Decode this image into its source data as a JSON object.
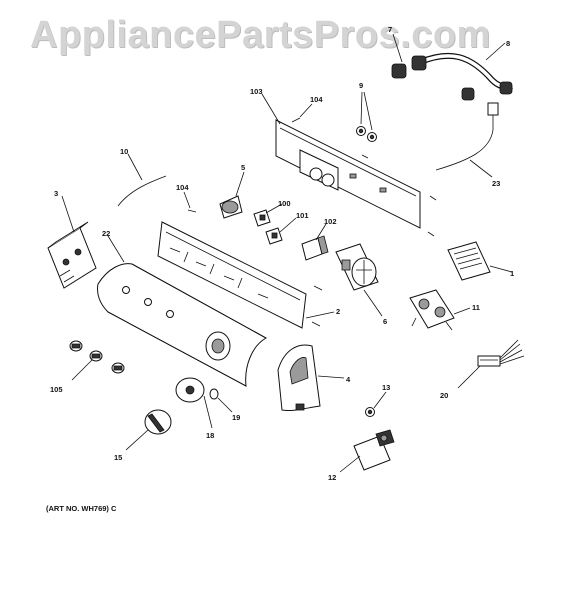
{
  "watermark": "AppliancePartsPros.com",
  "art_note": "(ART NO. WH769) C",
  "callouts": [
    "1",
    "2",
    "3",
    "4",
    "5",
    "6",
    "7",
    "8",
    "9",
    "10",
    "11",
    "12",
    "13",
    "15",
    "18",
    "19",
    "20",
    "22",
    "23",
    "100",
    "101",
    "102",
    "103",
    "104",
    "104",
    "105"
  ]
}
